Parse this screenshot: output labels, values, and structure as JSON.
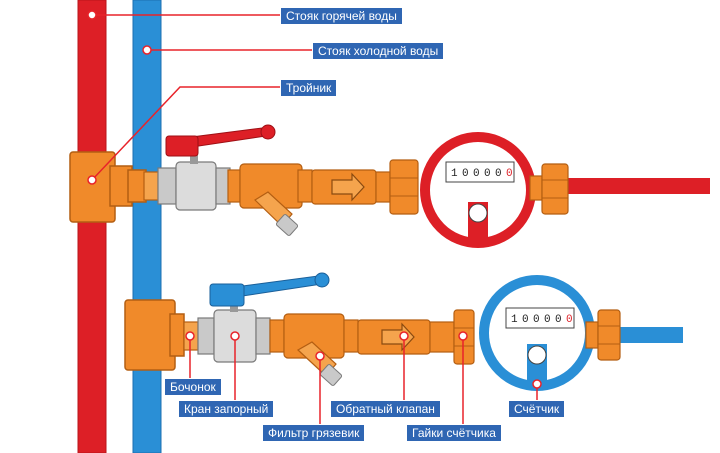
{
  "labels": {
    "hot_riser": "Стояк горячей воды",
    "cold_riser": "Стояк холодной воды",
    "tee": "Тройник",
    "nipple": "Бочонок",
    "shutoff_valve": "Кран запорный",
    "check_valve": "Обратный клапан",
    "strainer": "Фильтр грязевик",
    "meter_nuts": "Гайки счётчика",
    "meter": "Счётчик"
  },
  "meters": {
    "hot_reading": [
      "1",
      "0",
      "0",
      "0",
      "0",
      "0"
    ],
    "cold_reading": [
      "1",
      "0",
      "0",
      "0",
      "0",
      "0"
    ]
  },
  "colors": {
    "hot_pipe": "#dd1f26",
    "cold_pipe": "#2a8fd6",
    "brass": "#f08a2a",
    "label_bg": "#2f66b3",
    "leader": "#e8232a"
  },
  "icons": {
    "flow_arrow": "right-arrow-icon",
    "valve_handle": "lever-handle-icon"
  }
}
